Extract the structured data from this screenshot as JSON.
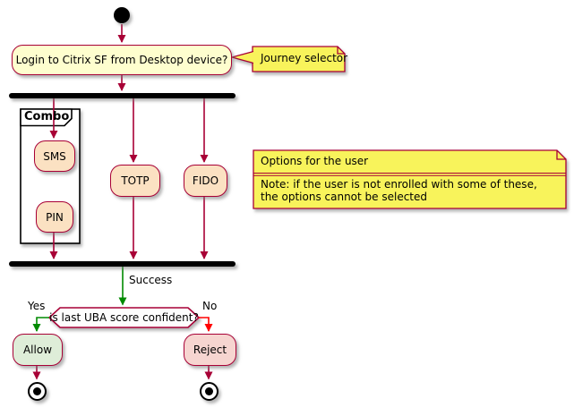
{
  "diagram": {
    "nodes": {
      "login": "Login to Citrix SF from Desktop device?",
      "sms": "SMS",
      "pin": "PIN",
      "totp": "TOTP",
      "fido": "FIDO",
      "decision": "is last UBA score confident?",
      "allow": "Allow",
      "reject": "Reject"
    },
    "partition": {
      "label": "Combo"
    },
    "notes": {
      "journey": "Journey selector",
      "options": {
        "title": "Options for the user",
        "body_line1": "Note: if the user is not enrolled with some of these,",
        "body_line2": "the options cannot be selected"
      }
    },
    "edges": {
      "success": "Success",
      "yes": "Yes",
      "no": "No"
    },
    "colors": {
      "border": "#A80036",
      "activity_fill": "#FBE1C2",
      "login_fill": "#FEFECE",
      "note_fill": "#F8F35B",
      "allow_fill": "#DEEDD8",
      "reject_fill": "#F6D5D0",
      "decision_fill": "#FDFDFD",
      "arrow_default": "#A80036",
      "arrow_success": "#008A00",
      "arrow_reject": "#FF0000",
      "bar_fill": "#000000"
    }
  }
}
